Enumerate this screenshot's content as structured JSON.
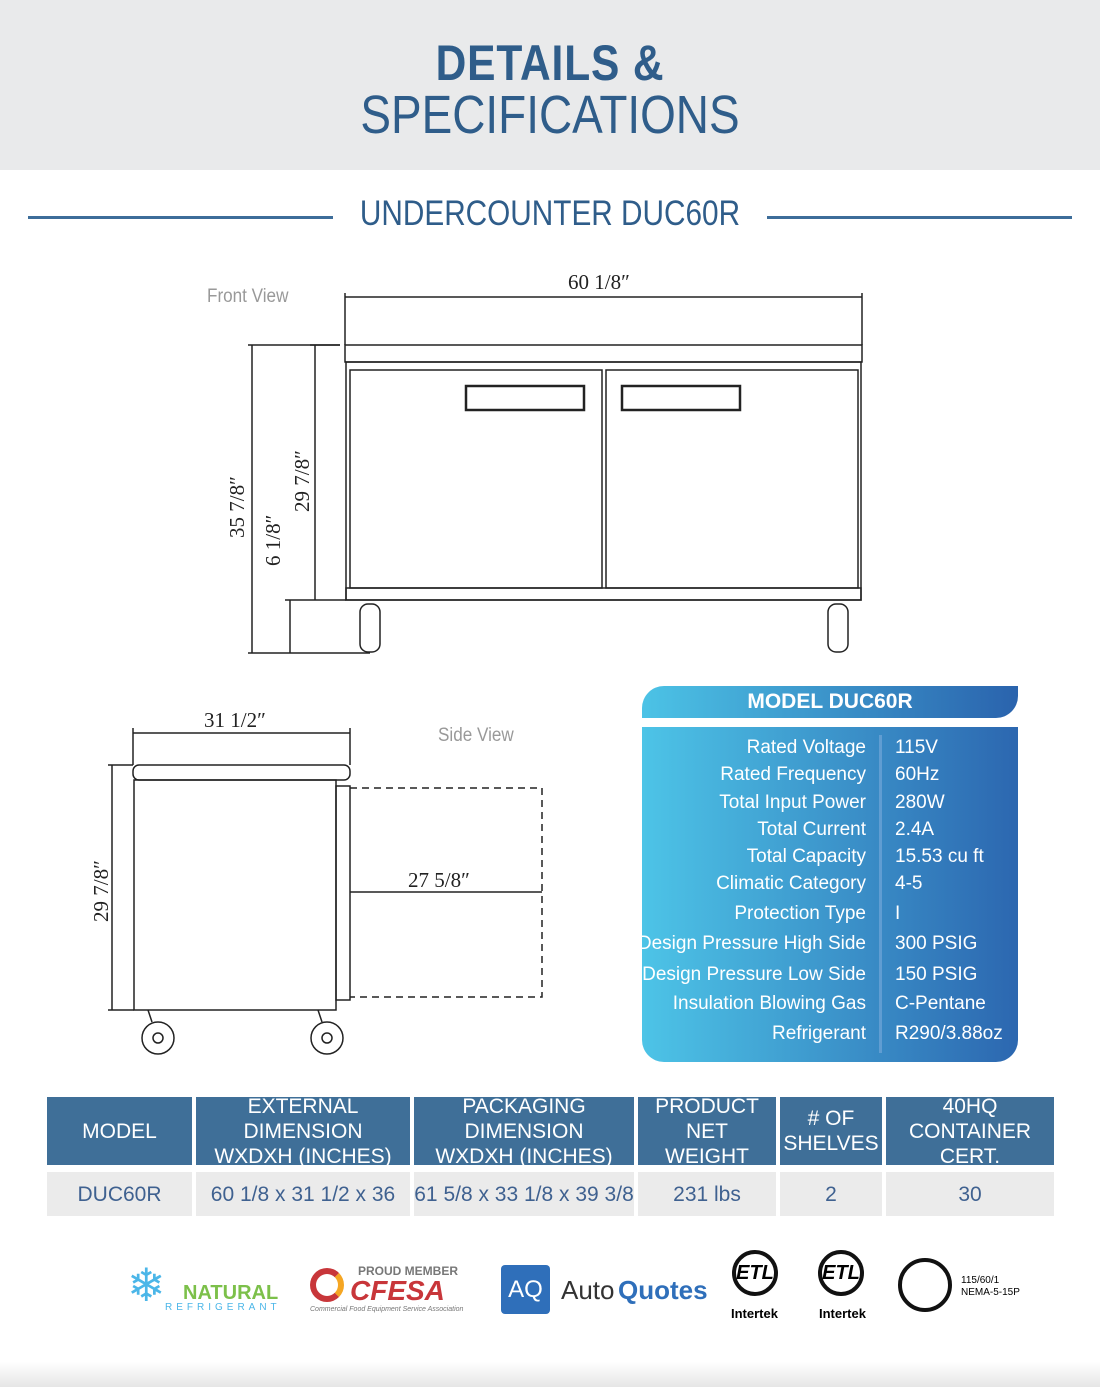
{
  "header": {
    "title_line1": "DETAILS &",
    "title_line2": "SPECIFICATIONS"
  },
  "subtitle": "UNDERCOUNTER DUC60R",
  "front_view": {
    "label": "Front View",
    "width": "60  1/8″",
    "height_total": "35  7/8″",
    "height_body": "29  7/8″",
    "height_leg": "6  1/8″"
  },
  "side_view": {
    "label": "Side View",
    "depth": "31  1/2″",
    "height": "29  7/8″",
    "door_swing": "27  5/8″"
  },
  "spec_panel": {
    "title": "MODEL DUC60R",
    "rows": [
      {
        "k": "Rated  Voltage",
        "v": "115V"
      },
      {
        "k": "Rated  Frequency",
        "v": "60Hz"
      },
      {
        "k": "Total Input Power",
        "v": "280W"
      },
      {
        "k": "Total Current",
        "v": "2.4A"
      },
      {
        "k": "Total Capacity",
        "v": "15.53 cu ft"
      },
      {
        "k": "Climatic Category",
        "v": "4-5"
      },
      {
        "k": "Protection Type",
        "v": "I"
      },
      {
        "k": "Design Pressure High Side",
        "v": "300 PSIG"
      },
      {
        "k": "Design Pressure Low Side",
        "v": "150 PSIG"
      },
      {
        "k": "Insulation Blowing Gas",
        "v": "C-Pentane"
      },
      {
        "k": "Refrigerant",
        "v": "R290/3.88oz"
      }
    ]
  },
  "table": {
    "headers": [
      [
        "MODEL",
        ""
      ],
      [
        "EXTERNAL DIMENSION",
        "WXDXH (INCHES)"
      ],
      [
        "PACKAGING DIMENSION",
        "WXDXH (INCHES)"
      ],
      [
        "PRODUCT NET",
        "WEIGHT"
      ],
      [
        "# OF",
        "SHELVES"
      ],
      [
        "40HQ",
        "CONTAINER CERT."
      ]
    ],
    "row": [
      "DUC60R",
      "60 1/8 x 31 1/2 x 36",
      "61 5/8 x 33 1/8 x 39 3/8",
      "231 lbs",
      "2",
      "30"
    ]
  },
  "logos": {
    "natural": [
      "NATURAL",
      "REFRIGERANT"
    ],
    "cfesa": [
      "PROUD MEMBER",
      "CFESA",
      "Commercial Food Equipment Service Association"
    ],
    "aq": [
      "AQ",
      "Auto",
      "Quotes"
    ],
    "etl1": "Intertek",
    "etl2": "Intertek",
    "plug": [
      "115/60/1",
      "NEMA-5-15P"
    ]
  },
  "colors": {
    "title": "#2f5d8a",
    "table_header": "#3f6f98",
    "panel_start": "#4dc4e7",
    "panel_end": "#2c67b0"
  }
}
